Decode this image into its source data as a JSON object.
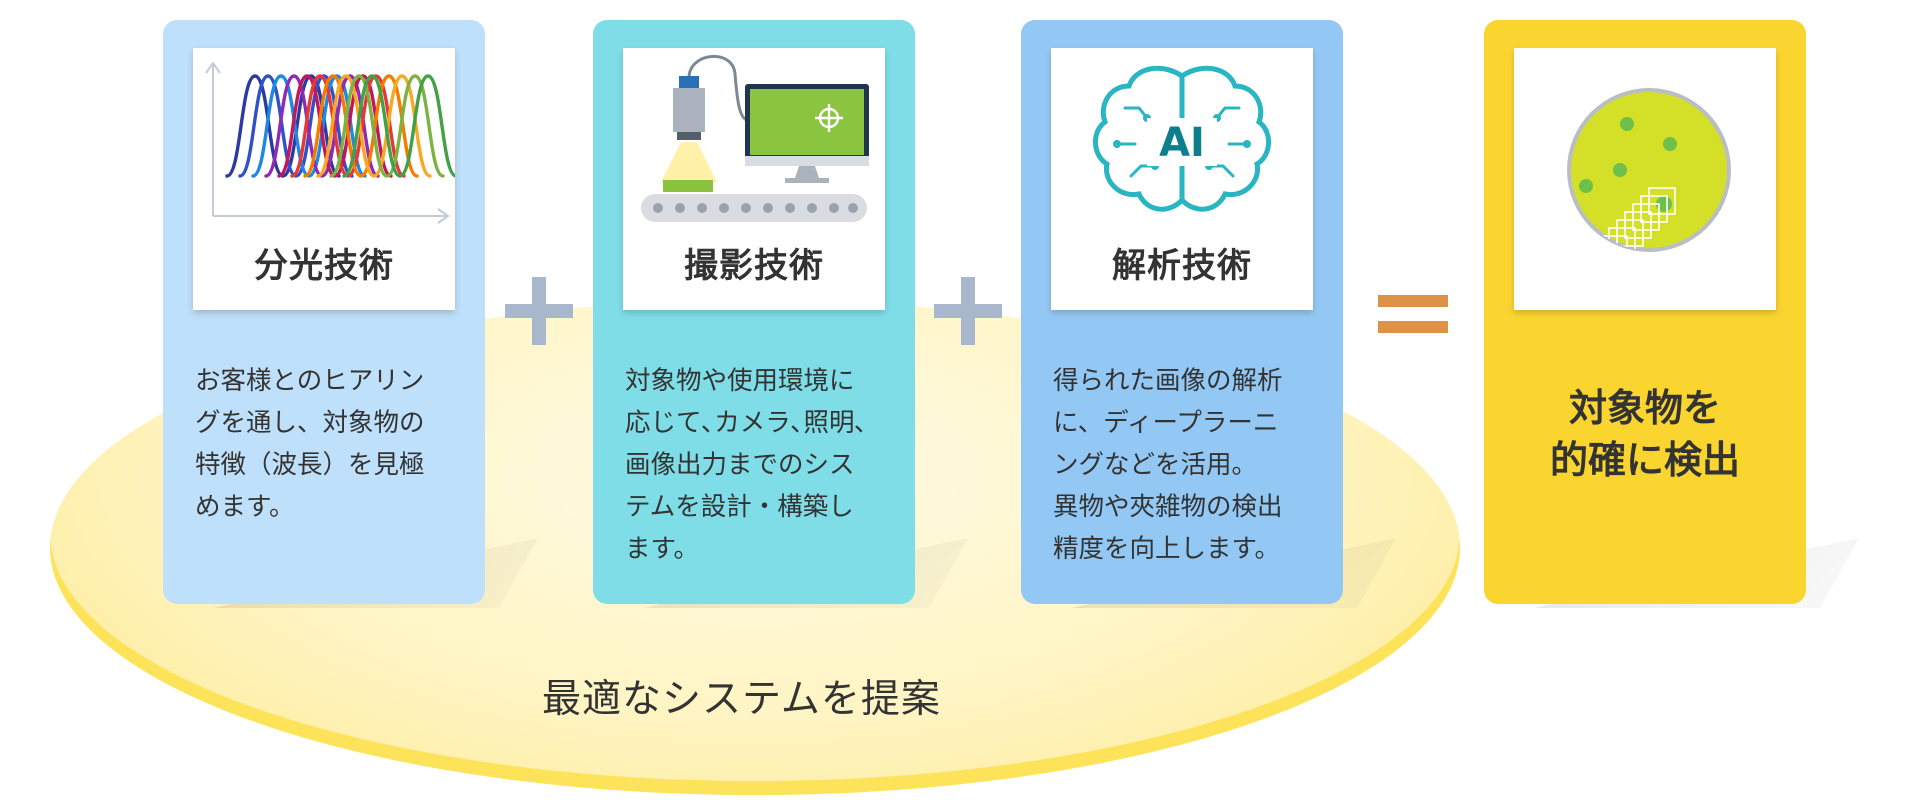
{
  "cards": [
    {
      "title": "分光技術",
      "icon": "spectrum-waves-icon",
      "desc": "お客様とのヒアリン\nグを通し、対象物の\n特徴（波長）を見極\nめます。"
    },
    {
      "title": "撮影技術",
      "icon": "camera-monitor-conveyor-icon",
      "desc": "対象物や使用環境に\n応じて､カメラ､照明､\n画像出力までのシス\nテムを設計・構築し\nます。"
    },
    {
      "title": "解析技術",
      "icon": "ai-brain-icon",
      "ai_label": "AI",
      "desc": "得られた画像の解析\nに、ディープラーニ\nングなどを活用。\n異物や夾雑物の検出\n精度を向上します。"
    }
  ],
  "result": {
    "icon": "detected-object-dish-icon",
    "label": "対象物を\n的確に検出"
  },
  "footer": {
    "proposal": "最適なシステムを提案"
  },
  "colors": {
    "card1": "#bfe0fa",
    "card2": "#7fdde8",
    "card3": "#94c8f4",
    "card4": "#fbd52f",
    "plus": "#a9b7cc",
    "equals": "#dd9248",
    "ellipse": "#fff4c2"
  }
}
